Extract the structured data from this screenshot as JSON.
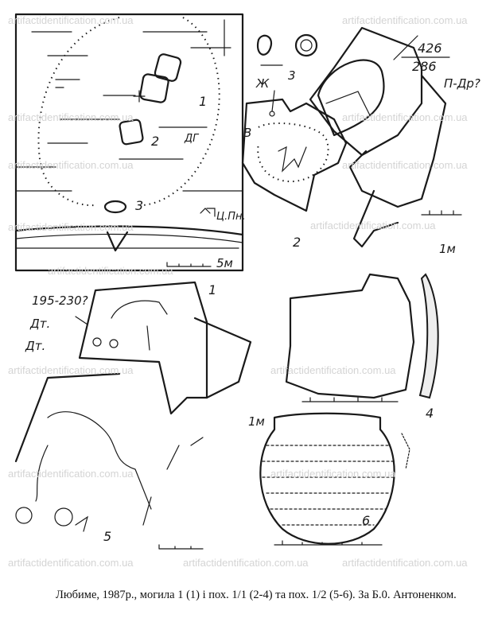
{
  "watermark": "artifactidentification.com.ua",
  "figure": {
    "panel1": {
      "number": "1",
      "labels": {
        "burial1": "1",
        "burial2": "2",
        "burial3": "3",
        "dg": "ДГ",
        "center": "Ц.Пн.",
        "scale": "5м"
      }
    },
    "panel2": {
      "number": "2",
      "labels": {
        "dims_top": "426",
        "dims_bottom": "286",
        "period": "П-Др?",
        "zh": "Ж",
        "ring_no": "3",
        "v": "В",
        "scale": "1м"
      }
    },
    "panel3": {
      "number": "1",
      "labels": {
        "depth": "195-230?",
        "dt1": "Дт.",
        "dt2": "Дт."
      }
    },
    "panel4": {
      "number": "4"
    },
    "panel5": {
      "number": "5",
      "scale": "1м"
    },
    "panel6": {
      "number": "6"
    }
  },
  "caption": "Любиме, 1987р., могила 1 (1) і пох. 1/1 (2-4) та пох. 1/2 (5-6). За Б.0. Антоненком."
}
